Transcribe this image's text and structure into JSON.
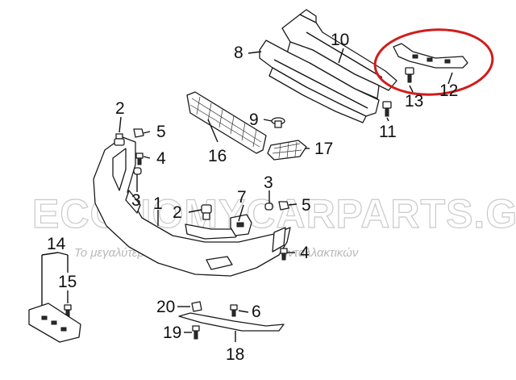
{
  "diagram": {
    "callouts": {
      "c1": "1",
      "c2a": "2",
      "c2b": "2",
      "c3a": "3",
      "c3b": "3",
      "c4a": "4",
      "c4b": "4",
      "c5a": "5",
      "c5b": "5",
      "c6": "6",
      "c7": "7",
      "c8": "8",
      "c9": "9",
      "c10": "10",
      "c11": "11",
      "c12": "12",
      "c13": "13",
      "c14": "14",
      "c15": "15",
      "c16": "16",
      "c17": "17",
      "c18": "18",
      "c19": "19",
      "c20": "20"
    },
    "watermark": {
      "brand": "ECONOMYCARPARTS.GR",
      "tagline": "Το μεγαλύτερο ηλεκτρονικό κατάστημα ανταλλακτικών"
    },
    "highlight_color": "#d11c1c"
  }
}
